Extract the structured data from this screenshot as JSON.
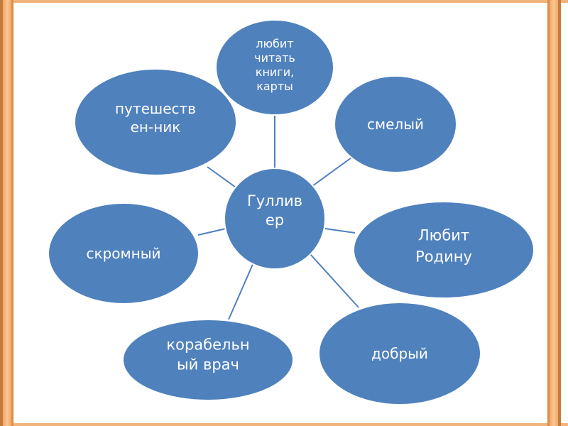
{
  "diagram": {
    "colors": {
      "node_fill": "#4f81bd",
      "node_stroke": "#ffffff",
      "connector": "#4f81bd",
      "text": "#ffffff",
      "frame": "#f2a868"
    },
    "center": {
      "lines": [
        "Гуллив",
        "ер"
      ]
    },
    "nodes": [
      {
        "id": "reads",
        "lines": [
          "любит",
          "читать",
          "книги,",
          "карты"
        ]
      },
      {
        "id": "brave",
        "lines": [
          "смелый"
        ]
      },
      {
        "id": "loves-homeland",
        "lines": [
          "Любит",
          "Родину"
        ]
      },
      {
        "id": "kind",
        "lines": [
          "добрый"
        ]
      },
      {
        "id": "ship-doctor",
        "lines": [
          "корабельн",
          "ый врач"
        ]
      },
      {
        "id": "modest",
        "lines": [
          "скромный"
        ]
      },
      {
        "id": "traveler",
        "lines": [
          "путешеств",
          "ен-ник"
        ]
      }
    ]
  }
}
